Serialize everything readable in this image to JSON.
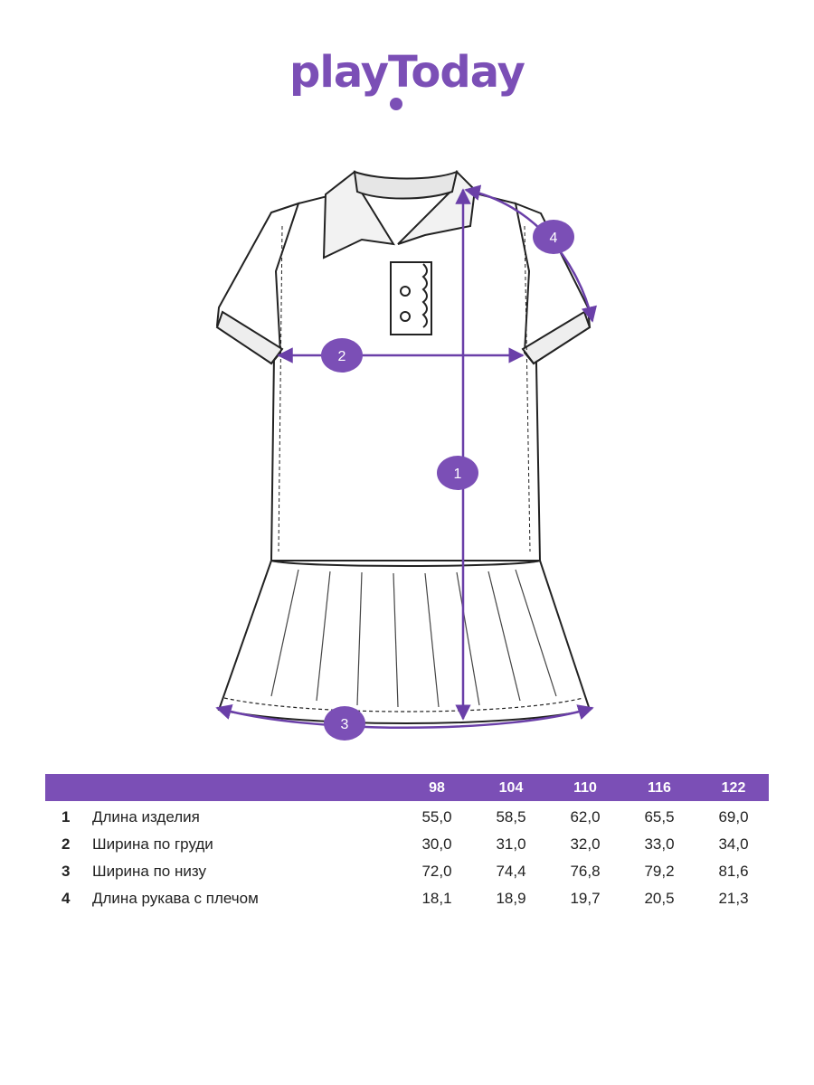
{
  "brand": {
    "logo_text": "playToday",
    "color": "#7b4fb6"
  },
  "diagram": {
    "badges": [
      "1",
      "2",
      "3",
      "4"
    ],
    "stroke_color": "#6a3fa8",
    "garment_color": "#222222"
  },
  "size_table": {
    "header_color": "#7b4fb6",
    "sizes": [
      "98",
      "104",
      "110",
      "116",
      "122"
    ],
    "rows": [
      {
        "num": "1",
        "label": "Длина изделия",
        "values": [
          "55,0",
          "58,5",
          "62,0",
          "65,5",
          "69,0"
        ]
      },
      {
        "num": "2",
        "label": "Ширина по груди",
        "values": [
          "30,0",
          "31,0",
          "32,0",
          "33,0",
          "34,0"
        ]
      },
      {
        "num": "3",
        "label": "Ширина по низу",
        "values": [
          "72,0",
          "74,4",
          "76,8",
          "79,2",
          "81,6"
        ]
      },
      {
        "num": "4",
        "label": "Длина рукава с плечом",
        "values": [
          "18,1",
          "18,9",
          "19,7",
          "20,5",
          "21,3"
        ]
      }
    ]
  }
}
